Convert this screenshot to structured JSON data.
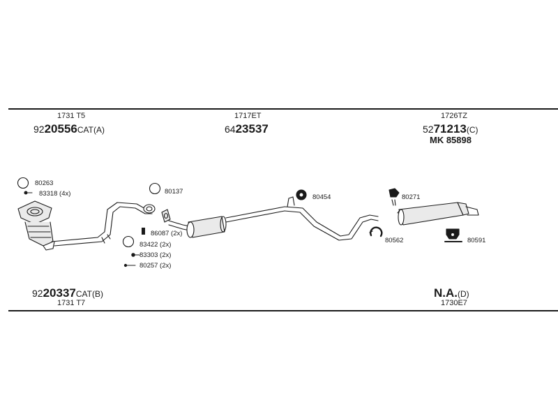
{
  "colors": {
    "line": "#1a1a1a",
    "part_fill": "#eaeaea",
    "background": "#ffffff"
  },
  "header": {
    "left": {
      "code": "1731 T5",
      "pn_prefix": "92",
      "pn_main": "20556",
      "pn_suffix": "CAT(A)"
    },
    "center": {
      "code": "1717ET",
      "pn_prefix": "64",
      "pn_main": "23537",
      "pn_suffix": ""
    },
    "right": {
      "code": "1726TZ",
      "pn_prefix": "52",
      "pn_main": "71213",
      "pn_suffix": "(C)",
      "mk": "MK  85898"
    }
  },
  "footer": {
    "left": {
      "code": "1731 T7",
      "pn_prefix": "92",
      "pn_main": "20337",
      "pn_suffix": "CAT(B)"
    },
    "right": {
      "code": "1730E7",
      "pn_main": "N.A.",
      "pn_suffix": "(D)"
    }
  },
  "parts": {
    "p80263": "80263",
    "p83318": "83318 (4x)",
    "p80137": "80137",
    "p86087": "86087 (2x)",
    "p83422": "83422 (2x)",
    "p83303": "83303 (2x)",
    "p80257": "80257 (2x)",
    "p80454": "80454",
    "p80271": "80271",
    "p80562": "80562",
    "p80591": "80591"
  }
}
